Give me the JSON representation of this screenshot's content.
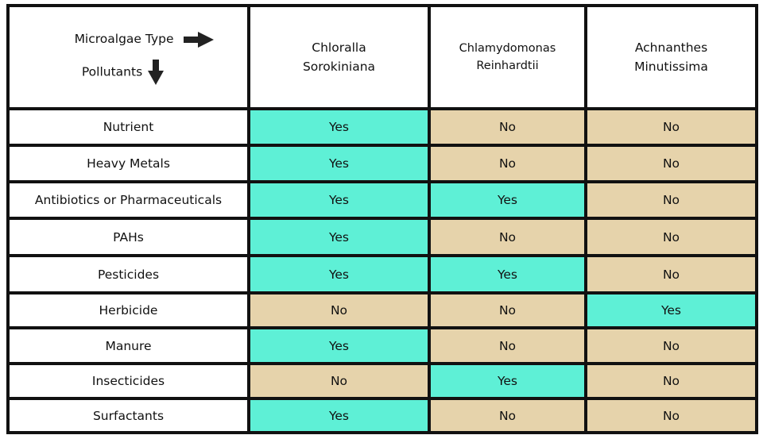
{
  "header": {
    "corner_col_label": "Microalgae Type",
    "corner_row_label": "Pollutants",
    "columns": [
      {
        "line1": "Chloralla",
        "line2": "Sorokiniana"
      },
      {
        "line1": "Chlamydomonas",
        "line2": "Reinhardtii"
      },
      {
        "line1": "Achnanthes",
        "line2": "Minutissima"
      }
    ]
  },
  "rows": [
    {
      "pollutant": "Nutrient",
      "values": [
        "Yes",
        "No",
        "No"
      ]
    },
    {
      "pollutant": "Heavy Metals",
      "values": [
        "Yes",
        "No",
        "No"
      ]
    },
    {
      "pollutant": "Antibiotics or Pharmaceuticals",
      "values": [
        "Yes",
        "Yes",
        "No"
      ]
    },
    {
      "pollutant": "PAHs",
      "values": [
        "Yes",
        "No",
        "No"
      ]
    },
    {
      "pollutant": "Pesticides",
      "values": [
        "Yes",
        "Yes",
        "No"
      ]
    },
    {
      "pollutant": "Herbicide",
      "values": [
        "No",
        "No",
        "Yes"
      ]
    },
    {
      "pollutant": "Manure",
      "values": [
        "Yes",
        "No",
        "No"
      ]
    },
    {
      "pollutant": "Insecticides",
      "values": [
        "No",
        "Yes",
        "No"
      ]
    },
    {
      "pollutant": "Surfactants",
      "values": [
        "Yes",
        "No",
        "No"
      ]
    }
  ],
  "colors": {
    "yes": "#5ef0d6",
    "no": "#e6d3ab",
    "border": "#111111"
  }
}
